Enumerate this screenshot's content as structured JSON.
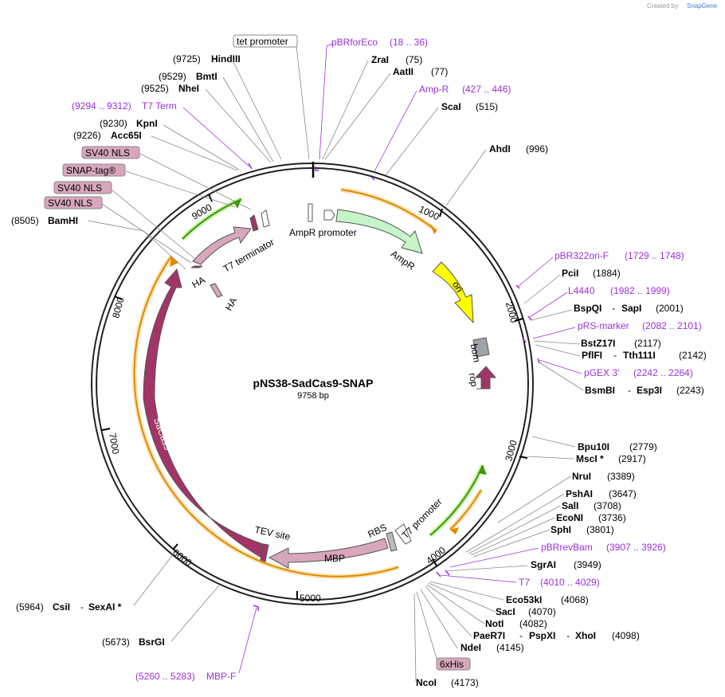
{
  "credit": {
    "text": "Created by",
    "brand": "SnapGene"
  },
  "plasmid": {
    "name": "pNS38-SadCas9-SNAP",
    "size": "9758 bp"
  },
  "ticks": [
    "1000",
    "2000",
    "3000",
    "4000",
    "5000",
    "6000",
    "7000",
    "8000",
    "9000"
  ],
  "features": {
    "ampr_promoter": "AmpR promoter",
    "ampr": "AmpR",
    "ori": "ori",
    "bom": "bom",
    "rop": "rop",
    "t7_promoter": "T7 promoter",
    "rbs": "RBS",
    "mbp": "MBP",
    "tev": "TEV site",
    "sacas9": "SaCas9",
    "ha1": "HA",
    "ha2": "HA",
    "t7_terminator": "T7 terminator"
  },
  "sites": {
    "tet_promoter": {
      "name": "tet promoter"
    },
    "pbrforeco": {
      "name": "pBRforEco",
      "range": "(18 .. 36)"
    },
    "hindiii": {
      "pos": "(9725)",
      "name": "HindIII"
    },
    "zrai": {
      "name": "ZraI",
      "pos": "(75)"
    },
    "aatii": {
      "name": "AatII",
      "pos": "(77)"
    },
    "ampr_primer": {
      "name": "Amp-R",
      "range": "(427 .. 446)"
    },
    "bmti": {
      "pos": "(9529)",
      "name": "BmtI"
    },
    "nhei": {
      "pos": "(9525)",
      "name": "NheI"
    },
    "scai": {
      "name": "ScaI",
      "pos": "(515)"
    },
    "t7term": {
      "range": "(9294 .. 9312)",
      "name": "T7 Term"
    },
    "kpni": {
      "pos": "(9230)",
      "name": "KpnI"
    },
    "acc65i": {
      "pos": "(9226)",
      "name": "Acc65I"
    },
    "ahdi": {
      "name": "AhdI",
      "pos": "(996)"
    },
    "sv40nls1": {
      "name": "SV40 NLS"
    },
    "snaptag": {
      "name": "SNAP-tag®"
    },
    "sv40nls2": {
      "name": "SV40 NLS"
    },
    "sv40nls3": {
      "name": "SV40 NLS"
    },
    "bamhi": {
      "pos": "(8505)",
      "name": "BamHI"
    },
    "pbr322ori": {
      "name": "pBR322ori-F",
      "range": "(1729 .. 1748)"
    },
    "pcii": {
      "name": "PciI",
      "pos": "(1884)"
    },
    "l4440": {
      "name": "L4440",
      "range": "(1982 .. 1999)"
    },
    "bspqi": {
      "name": "BspQI",
      "name2": "SapI",
      "pos": "(2001)"
    },
    "rsmarker": {
      "name": "pRS-marker",
      "range": "(2082 .. 2101)"
    },
    "bstz17i": {
      "name": "BstZ17I",
      "pos": "(2117)"
    },
    "pflfi": {
      "name": "PflFI",
      "name2": "Tth111I",
      "pos": "(2142)"
    },
    "pgex3": {
      "name": "pGEX 3'",
      "range": "(2242 .. 2264)"
    },
    "bsmbi": {
      "name": "BsmBI",
      "name2": "Esp3I",
      "pos": "(2243)"
    },
    "bpu10i": {
      "name": "Bpu10I",
      "pos": "(2779)"
    },
    "msci": {
      "name": "MscI *",
      "pos": "(2917)"
    },
    "nrui": {
      "name": "NruI",
      "pos": "(3389)"
    },
    "pshai": {
      "name": "PshAI",
      "pos": "(3647)"
    },
    "sali": {
      "name": "SalI",
      "pos": "(3708)"
    },
    "econi": {
      "name": "EcoNI",
      "pos": "(3736)"
    },
    "sphi": {
      "name": "SphI",
      "pos": "(3801)"
    },
    "pbrrevbam": {
      "name": "pBRrevBam",
      "range": "(3907 .. 3926)"
    },
    "sgrai": {
      "name": "SgrAI",
      "pos": "(3949)"
    },
    "t7": {
      "name": "T7",
      "range": "(4010 .. 4029)"
    },
    "eco53ki": {
      "name": "Eco53kI",
      "pos": "(4068)"
    },
    "saci": {
      "name": "SacI",
      "pos": "(4070)"
    },
    "noti": {
      "name": "NotI",
      "pos": "(4082)"
    },
    "paer7i": {
      "name": "PaeR7I",
      "name2": "PspXI",
      "name3": "XhoI",
      "pos": "(4098)"
    },
    "ndei": {
      "name": "NdeI",
      "pos": "(4145)"
    },
    "his6": {
      "name": "6xHis"
    },
    "ncoi": {
      "name": "NcoI",
      "pos": "(4173)"
    },
    "csii": {
      "pos": "(5964)",
      "name": "CsiI",
      "name2": "SexAI *"
    },
    "bsrgi": {
      "pos": "(5673)",
      "name": "BsrGI"
    },
    "mbpf": {
      "range": "(5260 .. 5283)",
      "name": "MBP-F"
    }
  }
}
